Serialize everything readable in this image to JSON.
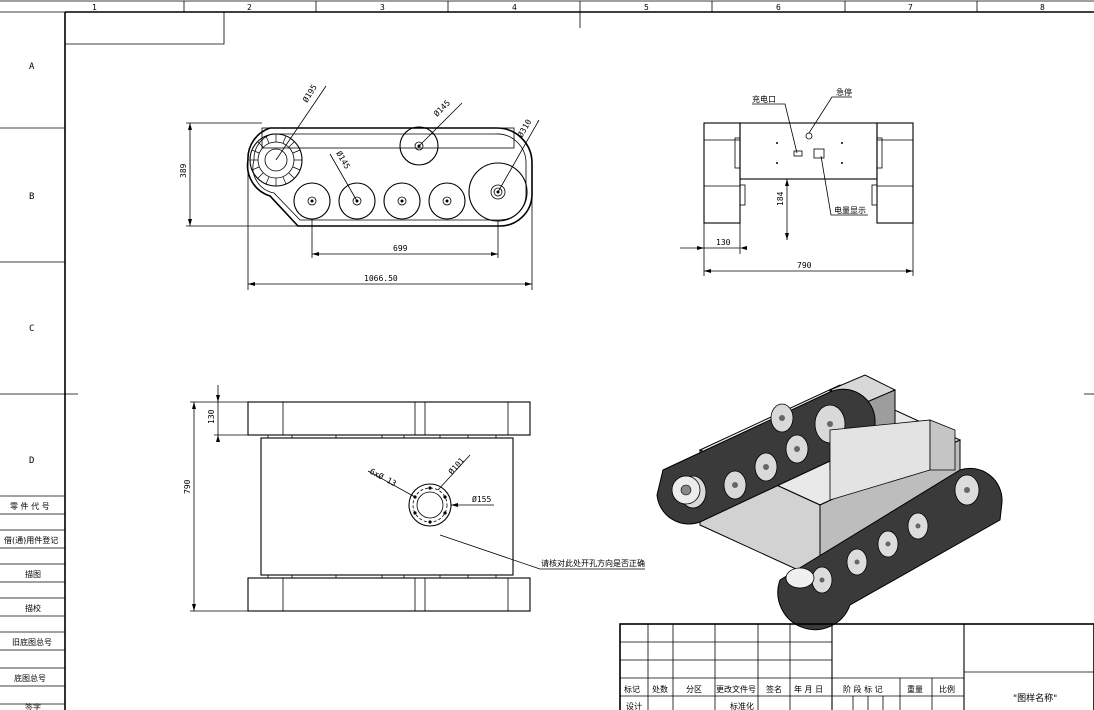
{
  "columns": [
    "1",
    "2",
    "3",
    "4",
    "5",
    "6",
    "7",
    "8"
  ],
  "rows": [
    "A",
    "B",
    "C",
    "D"
  ],
  "side_labels": [
    "零 件 代 号",
    "借(通)用件登记",
    "描图",
    "描校",
    "旧底图总号",
    "底图总号",
    "签字"
  ],
  "side_view": {
    "dia_195": "Ø195",
    "dia_145_top": "Ø145",
    "dia_310": "Ø310",
    "dia_145_wheel": "Ø145",
    "height_389": "389",
    "len_699": "699",
    "len_1066": "1066.50"
  },
  "front_view": {
    "charge_port": "充电口",
    "emergency_stop": "急停",
    "battery_display": "电量显示",
    "dim_184": "184",
    "dim_130": "130",
    "dim_790": "790"
  },
  "top_view": {
    "dim_130": "130",
    "dim_790": "790",
    "holes": "6xØ 13",
    "dia_101": "Ø101",
    "dia_155": "Ø155",
    "note": "请核对此处开孔方向是否正确"
  },
  "title_block": {
    "headers": [
      "标记",
      "处数",
      "分区",
      "更改文件号",
      "签名",
      "年 月 日"
    ],
    "stage": "阶 段 标 记",
    "weight": "重量",
    "scale": "比例",
    "drawing_name": "\"图样名称\"",
    "design": "设计",
    "standard": "标准化"
  }
}
